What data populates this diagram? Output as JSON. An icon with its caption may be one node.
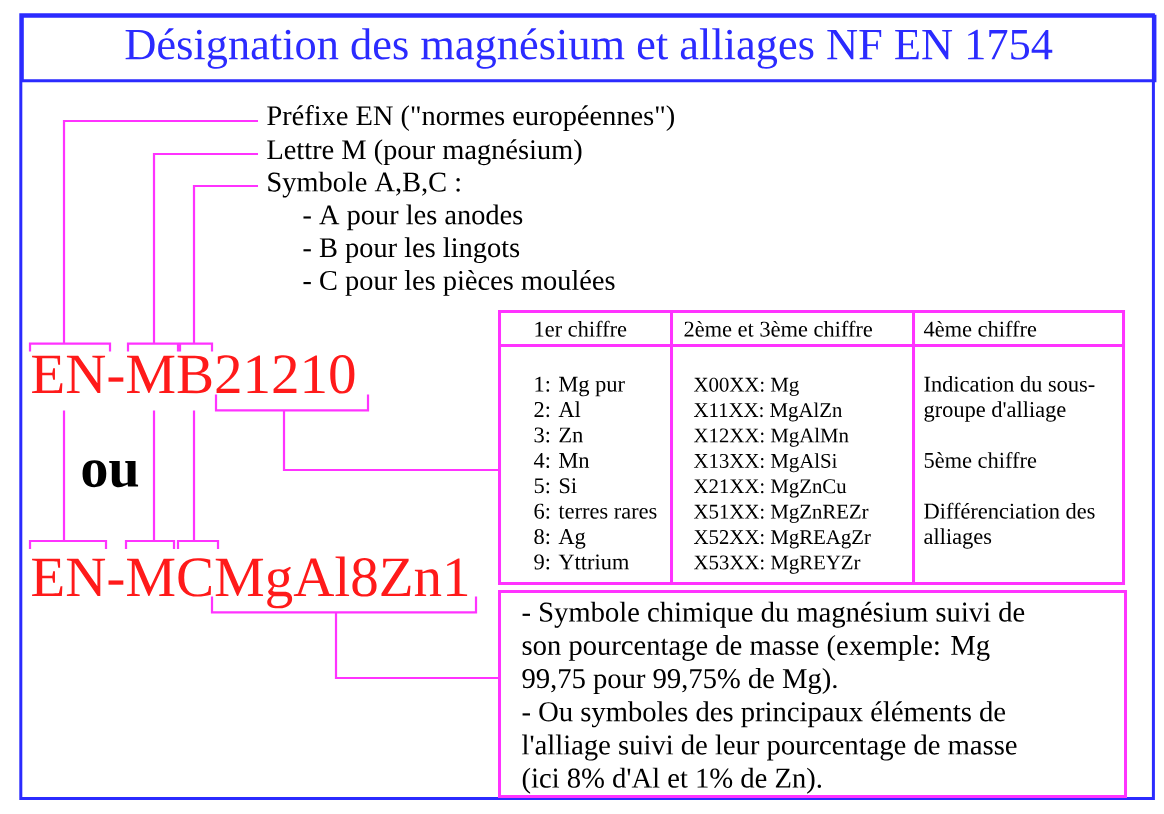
{
  "diagram": {
    "title": "Désignation des magnésium et alliages NF EN 1754",
    "nodes": [
      {
        "text": [
          "Préfixe EN (\"normes européennes\")"
        ]
      },
      {
        "text": [
          "Lettre M (pour magnésium)"
        ]
      },
      {
        "text": [
          "Symbole A,B,C :",
          "- A pour les anodes",
          "- B pour les lingots",
          "- C pour les pièces moulées"
        ]
      },
      {
        "text": [
          "EN-MB21210"
        ]
      },
      {
        "text": [],
        "shape": "box"
      },
      {
        "text": [
          "1er chiffre"
        ],
        "in": 4
      },
      {
        "text": [
          "2ème et 3ème chiffre"
        ],
        "in": 4
      },
      {
        "text": [
          "4ème chiffre"
        ],
        "in": 4
      },
      {
        "text": [
          "1: Mg pur",
          "2: Al",
          "3: Zn",
          "4: Mn",
          "5: Si",
          "6: terres rares",
          "8: Ag",
          "9: Yttrium"
        ],
        "in": 4
      },
      {
        "text": [
          "X00XX: Mg",
          "X11XX: MgAlZn",
          "X12XX: MgAlMn",
          "X13XX: MgAlSi",
          "X21XX: MgZnCu",
          "X51XX: MgZnREZr",
          "X52XX: MgREAgZr",
          "X53XX: MgREYZr"
        ],
        "in": 4
      },
      {
        "text": [
          "Indication du sous-groupe d'alliage",
          "5ème chiffre",
          "Différenciation des alliages"
        ],
        "in": 4
      },
      {
        "text": [
          "EN-MCMgAl8Zn1"
        ]
      },
      {
        "text": [
          "- Symbole chimique du magnésium suivi de son pourcentage de masse (exemple: Mg 99,75 pour 99,75% de Mg).",
          "- Ou symboles des principaux éléments de l'alliage suivi de leur pourcentage de masse (ici 8% d'Al et 1% de Zn)."
        ]
      }
    ],
    "edges": [
      {
        "from": 0,
        "to": 3,
        "arrow": "none"
      },
      {
        "from": 1,
        "to": 3,
        "arrow": "none"
      },
      {
        "from": 2,
        "to": 3,
        "arrow": "none"
      },
      {
        "from": 3,
        "to": 11,
        "arrow": "none"
      },
      {
        "from": 3,
        "to": 11,
        "arrow": "none"
      },
      {
        "from": 3,
        "to": 11,
        "arrow": "none"
      },
      {
        "from": 3,
        "to": 4,
        "arrow": "none"
      },
      {
        "from": 11,
        "to": 12,
        "arrow": "none"
      }
    ],
    "labels": [
      "ou"
    ]
  }
}
